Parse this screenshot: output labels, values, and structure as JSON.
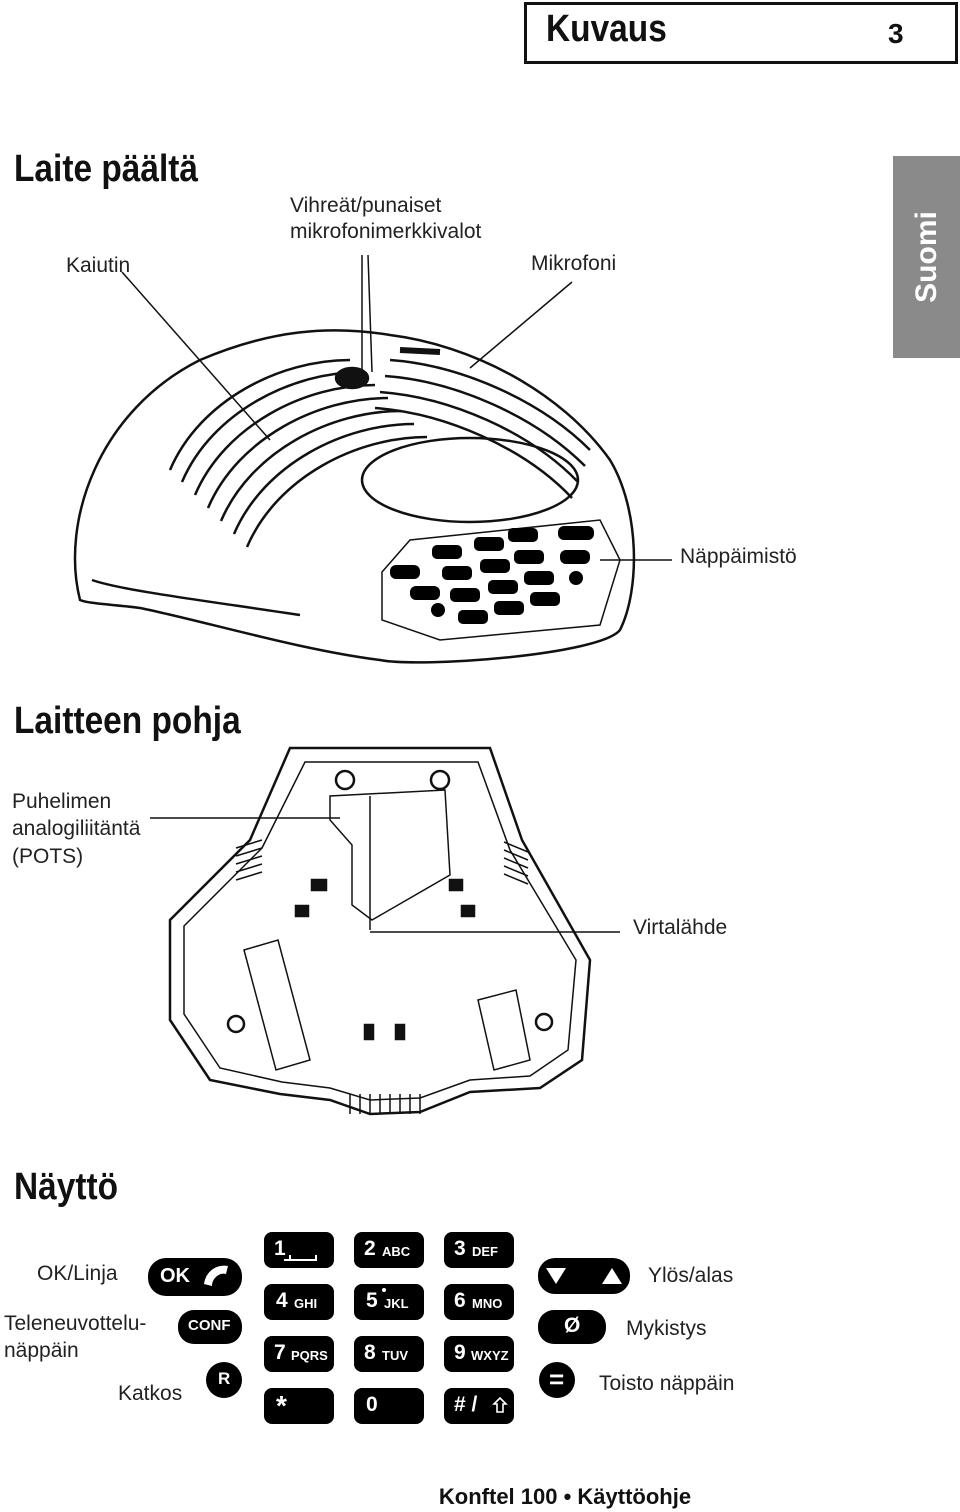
{
  "header": {
    "title": "Kuvaus",
    "page_number": "3"
  },
  "side_tab": {
    "label": "Suomi"
  },
  "sections": {
    "top_view": {
      "title": "Laite päältä",
      "labels": {
        "speaker": "Kaiutin",
        "mic_indicators_line1": "Vihreät/punaiset",
        "mic_indicators_line2": "mikrofonimerkkivalot",
        "microphone": "Mikrofoni",
        "keypad": "Näppäimistö"
      }
    },
    "bottom_view": {
      "title": "Laitteen pohja",
      "labels": {
        "pots_line1": "Puhelimen",
        "pots_line2": "analogiliitäntä",
        "pots_line3": "(POTS)",
        "power": "Virtalähde"
      }
    },
    "display": {
      "title": "Näyttö",
      "labels": {
        "ok_line": "OK/Linja",
        "conf_line1": "Teleneuvottelu-",
        "conf_line2": "näppäin",
        "hangup": "Katkos",
        "updown": "Ylös/alas",
        "mute": "Mykistys",
        "redial": "Toisto näppäin"
      },
      "keys": {
        "ok": "OK",
        "conf": "CONF",
        "r": "R",
        "k1": "1",
        "k2": "2",
        "k2_sub": "ABC",
        "k3": "3",
        "k3_sub": "DEF",
        "k4": "4",
        "k4_sub": "GHI",
        "k5": "5",
        "k5_sub": "JKL",
        "k6": "6",
        "k6_sub": "MNO",
        "k7": "7",
        "k7_sub": "PQRS",
        "k8": "8",
        "k8_sub": "TUV",
        "k9": "9",
        "k9_sub": "WXYZ",
        "star": "*",
        "k0": "0",
        "hash": "# /",
        "mute_sym": "Ø",
        "redial_sym": "="
      }
    }
  },
  "footer": {
    "text": "Konftel 100 • Käyttöohje"
  }
}
